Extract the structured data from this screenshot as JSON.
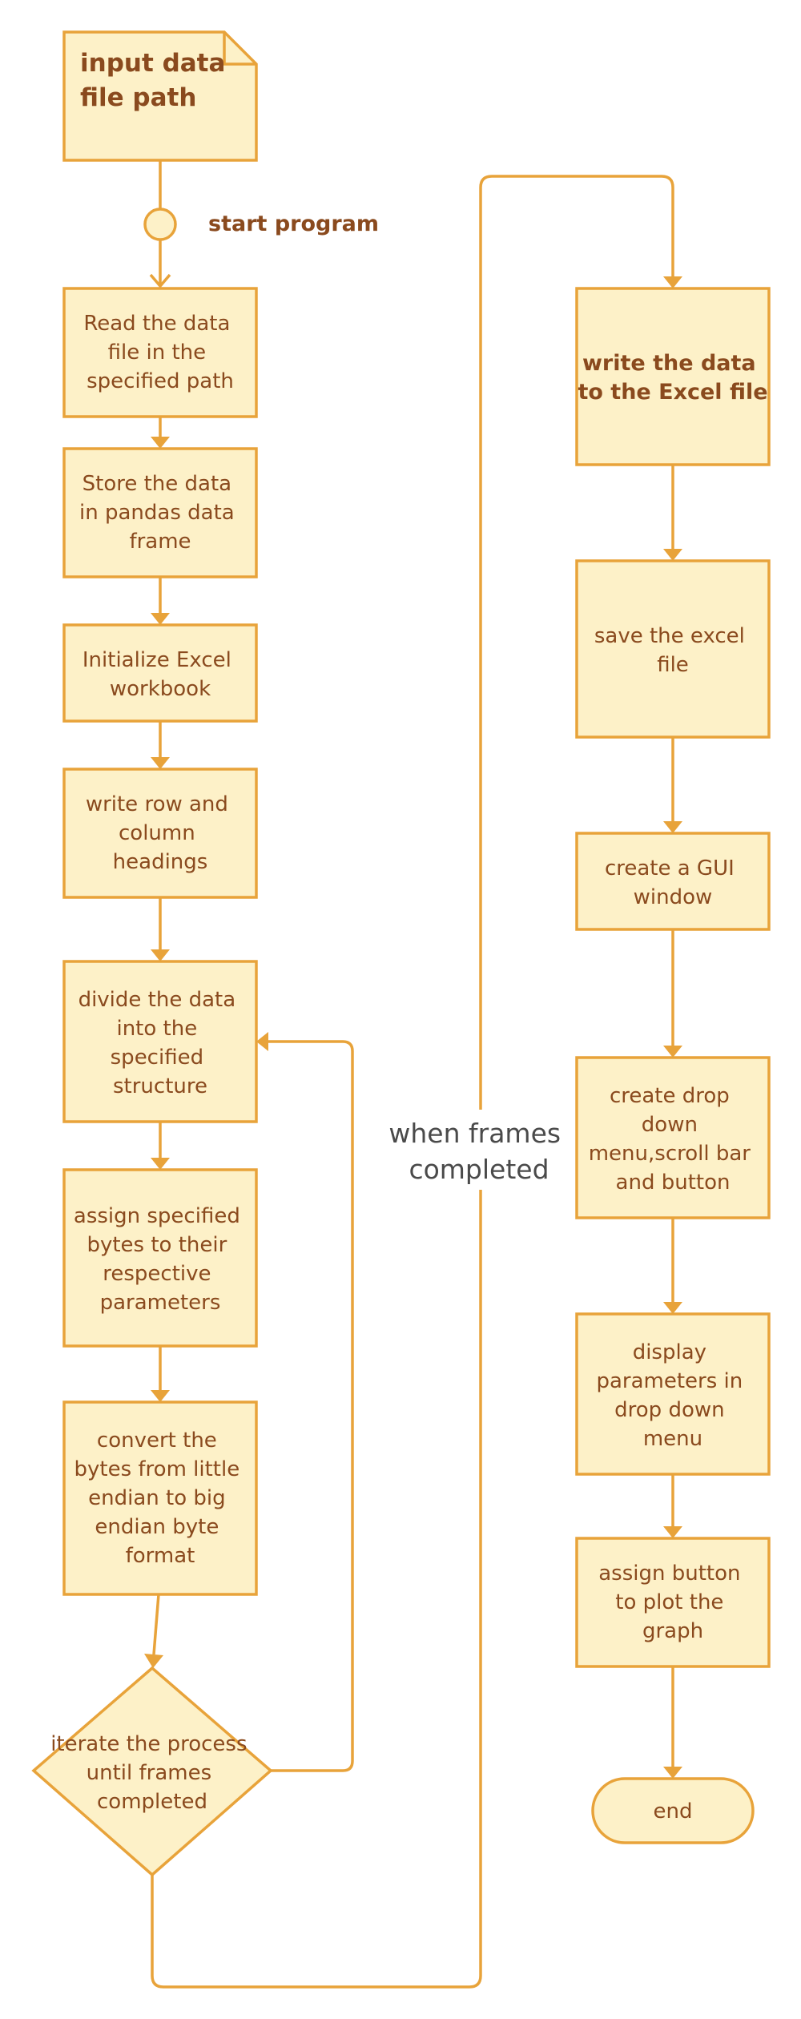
{
  "nodes": {
    "input": {
      "lines": [
        "input data",
        "file path"
      ]
    },
    "start": {
      "label": "start program"
    },
    "read": {
      "lines": [
        "Read the data",
        "file in the",
        "specified path"
      ]
    },
    "store": {
      "lines": [
        "Store the data",
        "in pandas data",
        "frame"
      ]
    },
    "init": {
      "lines": [
        "Initialize Excel",
        "workbook"
      ]
    },
    "headings": {
      "lines": [
        "write row and",
        "column",
        "headings"
      ]
    },
    "divide": {
      "lines": [
        "divide the data",
        "into the",
        "specified",
        "structure"
      ]
    },
    "assign_bytes": {
      "lines": [
        "assign specified",
        "bytes to their",
        "respective",
        "parameters"
      ]
    },
    "convert": {
      "lines": [
        "convert the",
        "bytes from little",
        "endian to big",
        "endian byte",
        "format"
      ]
    },
    "iterate": {
      "lines": [
        "iterate the process",
        "until frames",
        "completed"
      ]
    },
    "write_excel": {
      "lines": [
        "write the data",
        "to the Excel file"
      ]
    },
    "save": {
      "lines": [
        "save the excel",
        "file"
      ]
    },
    "gui": {
      "lines": [
        "create a GUI",
        "window"
      ]
    },
    "dropdown": {
      "lines": [
        "create drop",
        "down",
        "menu,scroll bar",
        "and button"
      ]
    },
    "display": {
      "lines": [
        "display",
        "parameters in",
        "drop down",
        "menu"
      ]
    },
    "assign_button": {
      "lines": [
        "assign button",
        "to plot the",
        "graph"
      ]
    },
    "end": {
      "lines": [
        "end"
      ]
    }
  },
  "edge_label": {
    "lines": [
      "when frames",
      "completed"
    ]
  }
}
